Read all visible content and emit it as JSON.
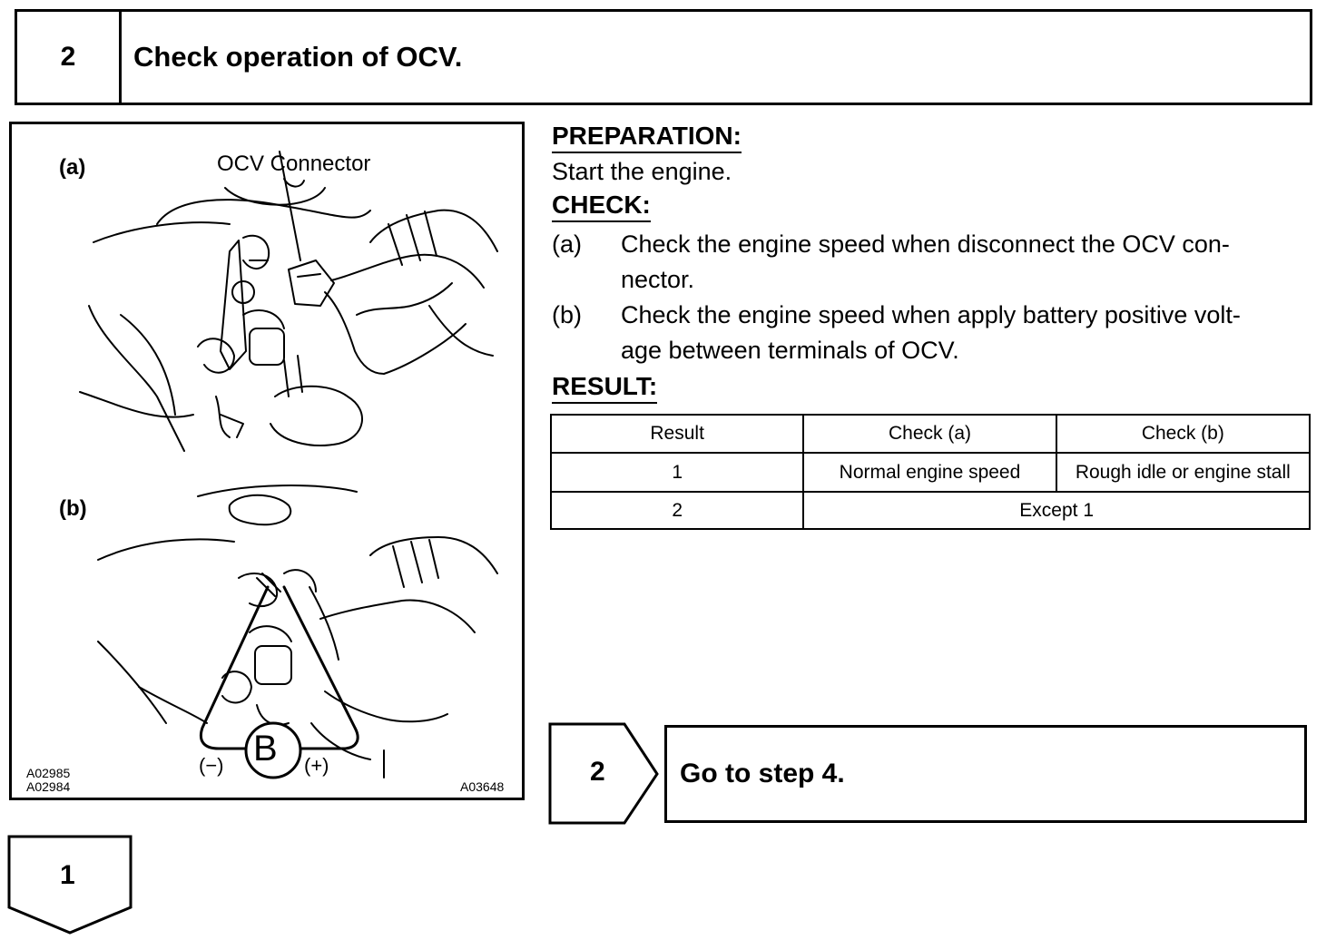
{
  "step": {
    "number": "2",
    "title": "Check operation of OCV."
  },
  "illustration": {
    "label_a": "(a)",
    "label_b": "(b)",
    "connector_label": "OCV Connector",
    "battery_symbol": "B",
    "minus_terminal": "(−)",
    "plus_terminal": "(+)",
    "codes_left": [
      "A02985",
      "A02984"
    ],
    "code_right": "A03648"
  },
  "preparation": {
    "heading": "PREPARATION:",
    "text": "Start the engine."
  },
  "check": {
    "heading": "CHECK:",
    "items": [
      {
        "key": "(a)",
        "line1": "Check the engine speed when disconnect the OCV con-",
        "line2": "nector."
      },
      {
        "key": "(b)",
        "line1": "Check the engine speed when apply battery positive volt-",
        "line2": "age between terminals of OCV."
      }
    ]
  },
  "result": {
    "heading": "RESULT:",
    "headers": [
      "Result",
      "Check (a)",
      "Check (b)"
    ],
    "row1": [
      "1",
      "Normal engine speed",
      "Rough idle or engine stall"
    ],
    "row2": [
      "2",
      "Except 1"
    ]
  },
  "goto": {
    "number": "2",
    "text": "Go to step 4."
  },
  "next": {
    "number": "1"
  }
}
